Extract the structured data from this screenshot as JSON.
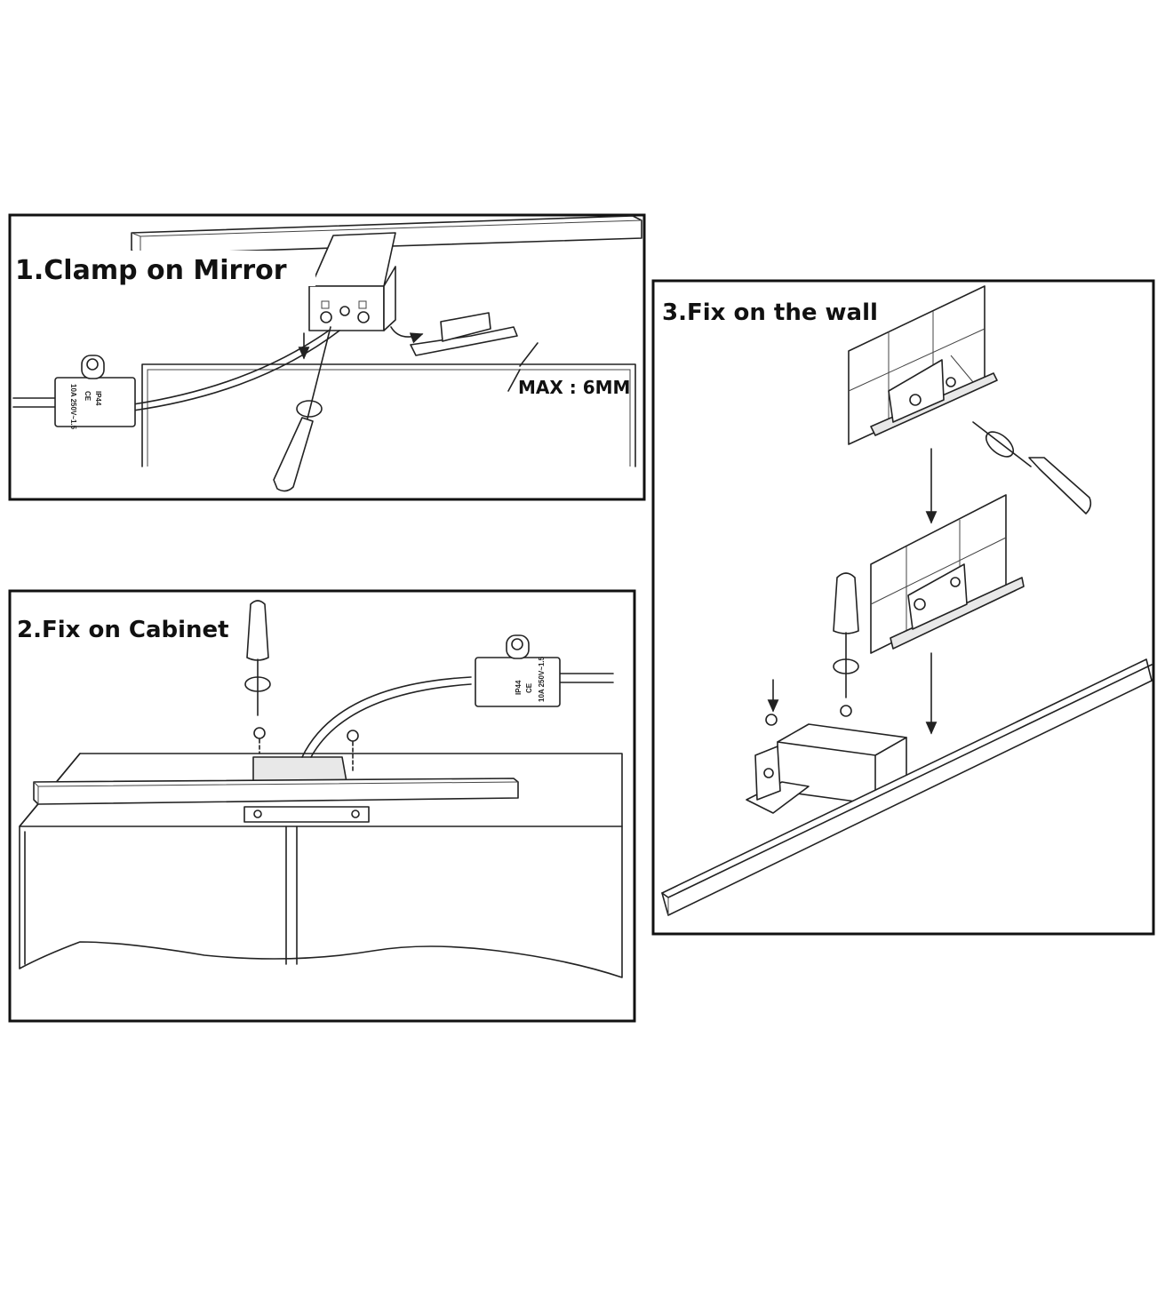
{
  "steps": [
    {
      "title": "1.Clamp on Mirror",
      "note": "MAX : 6MM"
    },
    {
      "title": "2.Fix on Cabinet"
    },
    {
      "title": "3.Fix on the wall"
    }
  ],
  "switch_box": {
    "rating": "10A 250V~1.5",
    "ip": "IP44",
    "mark": "CE"
  },
  "colors": {
    "line": "#222222",
    "background": "#ffffff"
  }
}
